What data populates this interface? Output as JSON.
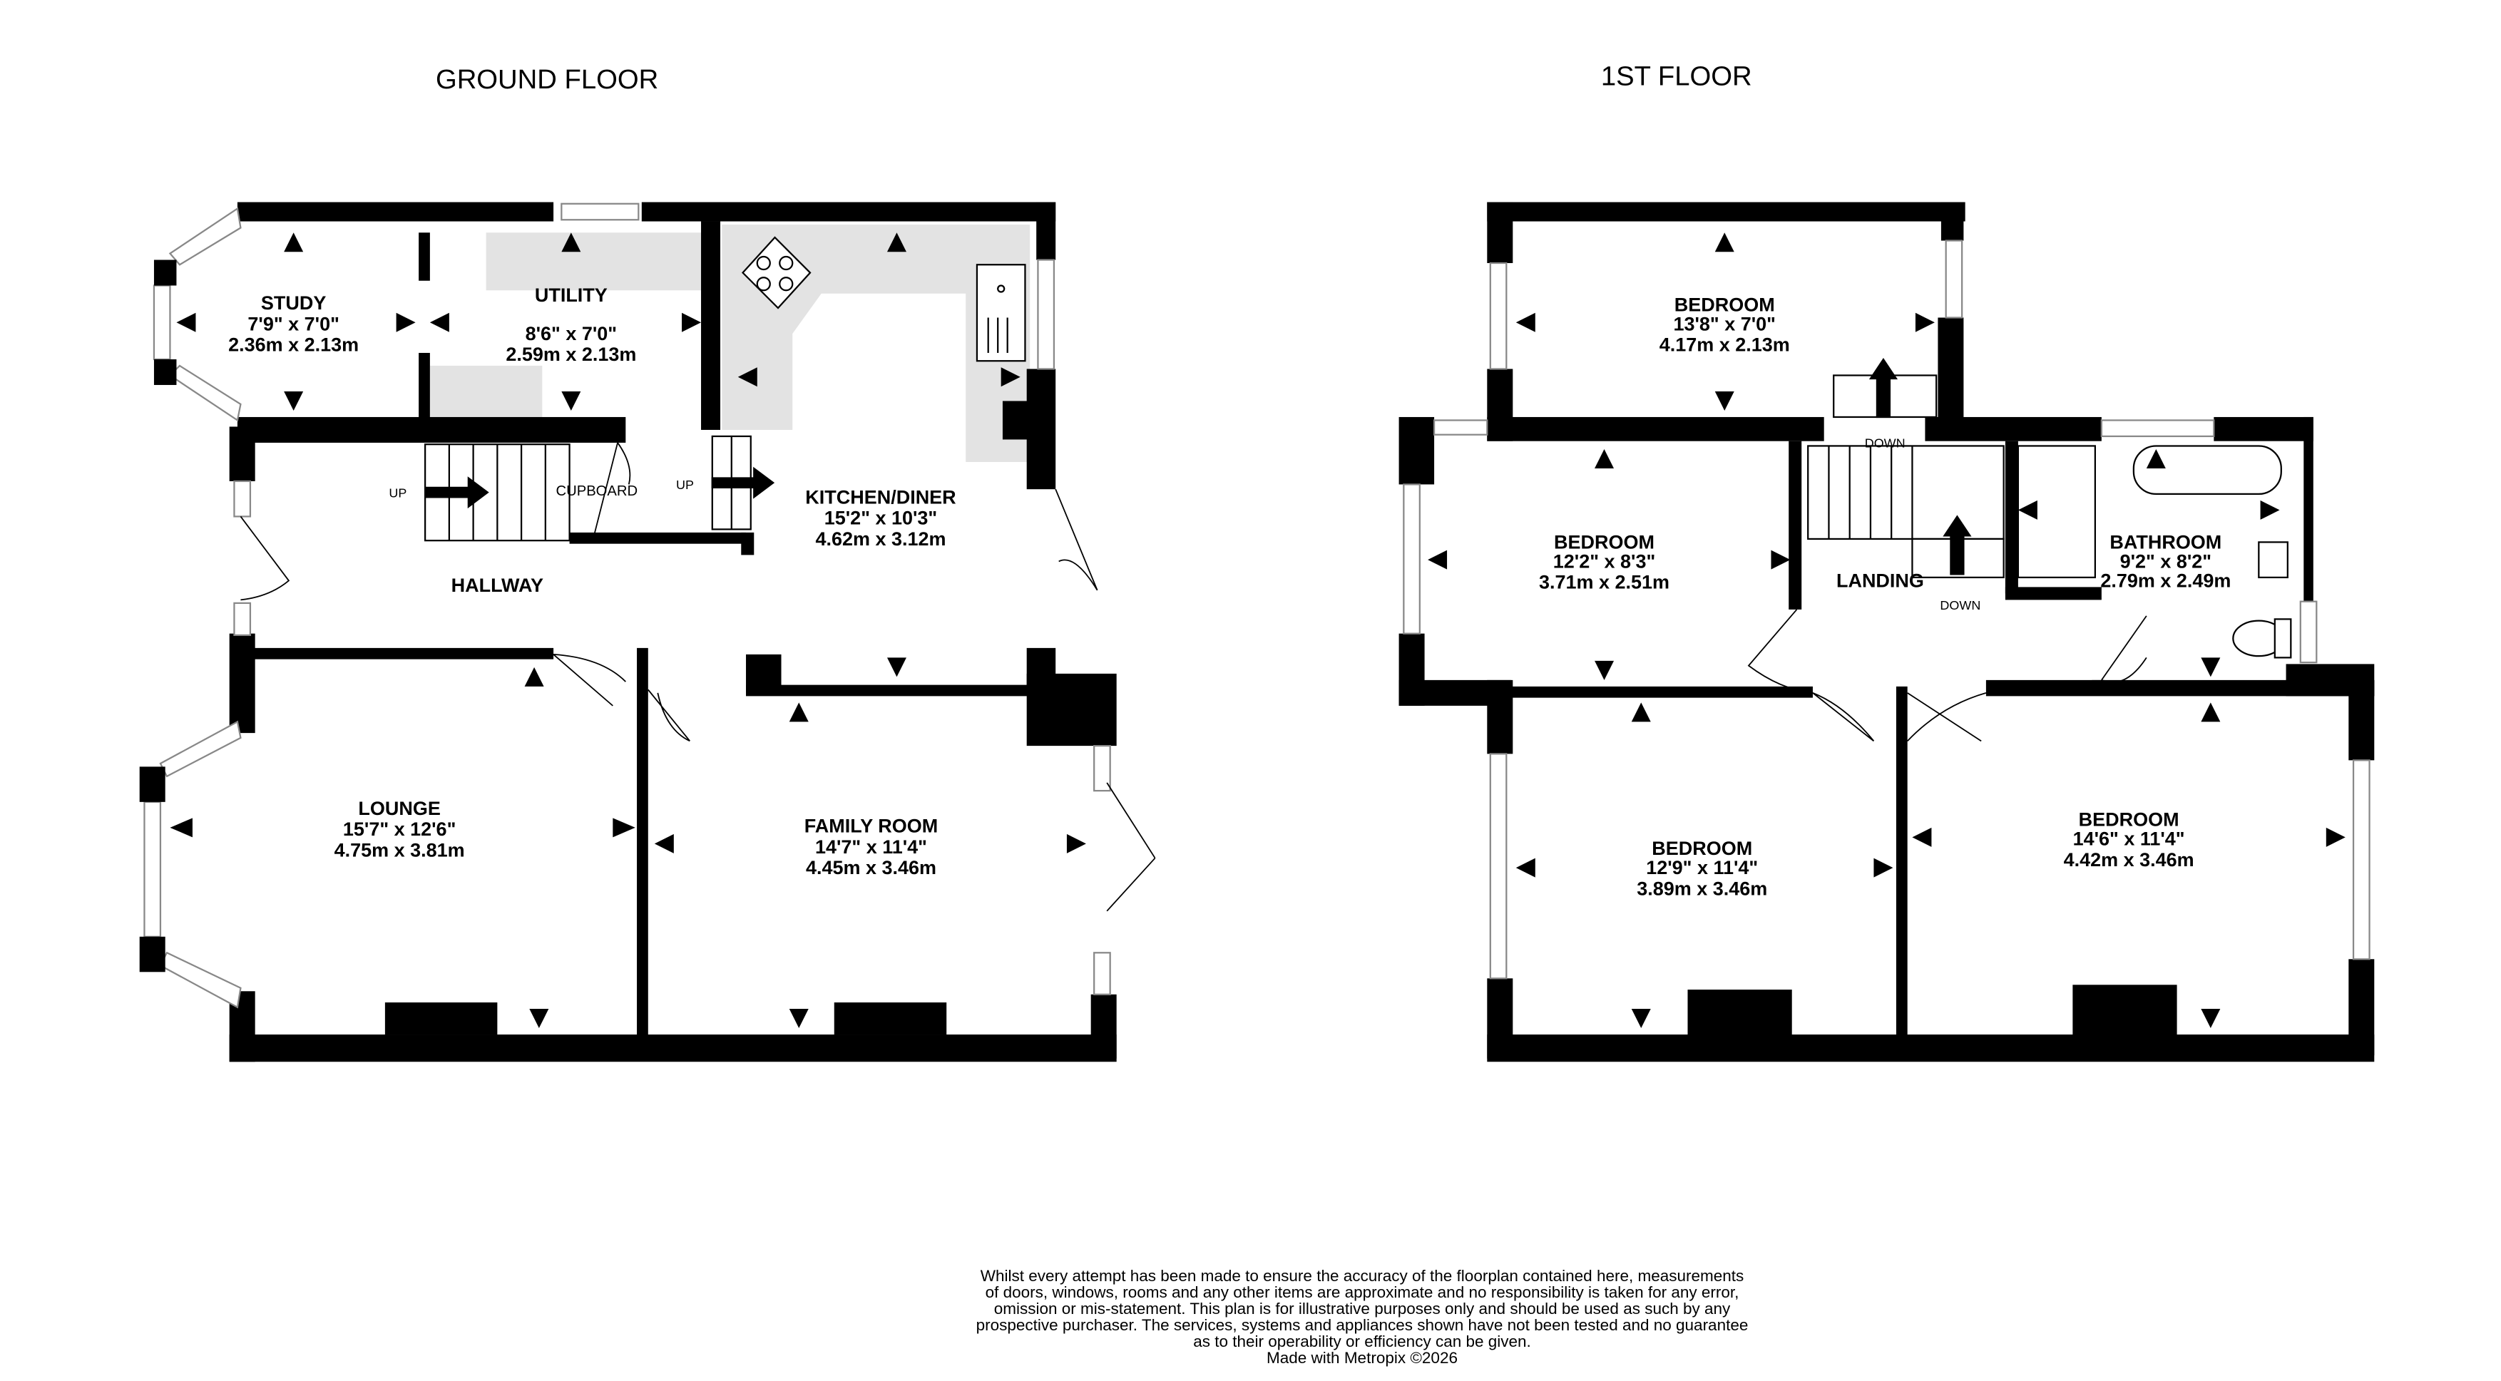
{
  "ground_floor": {
    "title": "GROUND FLOOR",
    "rooms": [
      {
        "name": "STUDY",
        "imperial": "7'9\"  x 7'0\"",
        "metric": "2.36m  x 2.13m"
      },
      {
        "name": "UTILITY",
        "imperial": "8'6\"  x 7'0\"",
        "metric": "2.59m  x 2.13m"
      },
      {
        "name": "KITCHEN/DINER",
        "imperial": "15'2\"  x 10'3\"",
        "metric": "4.62m  x 3.12m"
      },
      {
        "name": "HALLWAY"
      },
      {
        "name": "LOUNGE",
        "imperial": "15'7\"  x 12'6\"",
        "metric": "4.75m  x 3.81m"
      },
      {
        "name": "FAMILY ROOM",
        "imperial": "14'7\"  x 11'4\"",
        "metric": "4.45m  x 3.46m"
      }
    ],
    "labels": {
      "up1": "UP",
      "up2": "UP",
      "cupboard": "CUPBOARD"
    }
  },
  "first_floor": {
    "title": "1ST FLOOR",
    "rooms": [
      {
        "name": "BEDROOM",
        "imperial": "13'8\"  x 7'0\"",
        "metric": "4.17m  x 2.13m"
      },
      {
        "name": "BEDROOM",
        "imperial": "12'2\"  x 8'3\"",
        "metric": "3.71m  x 2.51m"
      },
      {
        "name": "BATHROOM",
        "imperial": "9'2\"  x 8'2\"",
        "metric": "2.79m  x 2.49m"
      },
      {
        "name": "LANDING"
      },
      {
        "name": "BEDROOM",
        "imperial": "12'9\"  x 11'4\"",
        "metric": "3.89m  x 3.46m"
      },
      {
        "name": "BEDROOM",
        "imperial": "14'6\"  x 11'4\"",
        "metric": "4.42m  x 3.46m"
      }
    ],
    "labels": {
      "down1": "DOWN",
      "down2": "DOWN"
    }
  },
  "disclaimer": [
    "Whilst every attempt has been made to ensure the accuracy of the floorplan contained here, measurements",
    "of doors, windows, rooms and any other items are approximate and no responsibility is taken for any error,",
    "omission or mis-statement. This plan is for illustrative purposes only and should be used as such by any",
    "prospective purchaser. The services, systems and appliances shown have not been tested and no guarantee",
    "as to their operability or efficiency can be given.",
    "Made with Metropix ©2026"
  ]
}
